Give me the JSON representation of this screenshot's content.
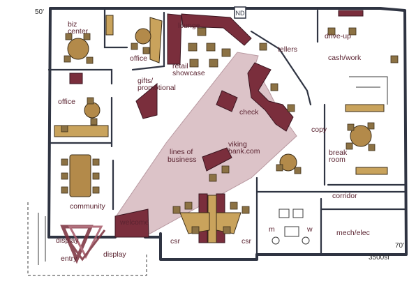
{
  "dimensions": {
    "top_left": "50'",
    "bottom_right": "70'",
    "area": "3500sf"
  },
  "rooms": {
    "biz_center_line1": "biz",
    "biz_center_line2": "center",
    "office_top": "office",
    "lounge": "lounge",
    "retail_line1": "retail",
    "retail_line2": "showcase",
    "gifts_line1": "gifts/",
    "gifts_line2": "promotional",
    "office_left": "office",
    "tellers": "tellers",
    "drive_up": "drive-up",
    "cash_work": "cash/work",
    "check": "check",
    "copy": "copy",
    "viking_line1": "viking",
    "viking_line2": "bank.com",
    "lines_line1": "lines of",
    "lines_line2": "business",
    "break_line1": "break",
    "break_line2": "room",
    "community": "community",
    "corridor": "corridor",
    "welcome": "welcome",
    "display_left": "display",
    "display_bottom": "display",
    "entry": "entry",
    "csr_left": "csr",
    "csr_right": "csr",
    "m": "m",
    "w": "w",
    "mech_elec": "mech/elec"
  },
  "colors": {
    "circulation": "#dcc3c8",
    "maroon": "#7a2e3c",
    "furniture": "#b38a4a",
    "wall": "#2f3442"
  },
  "icons": [
    "logo-icon",
    "north-arrow-icon"
  ]
}
